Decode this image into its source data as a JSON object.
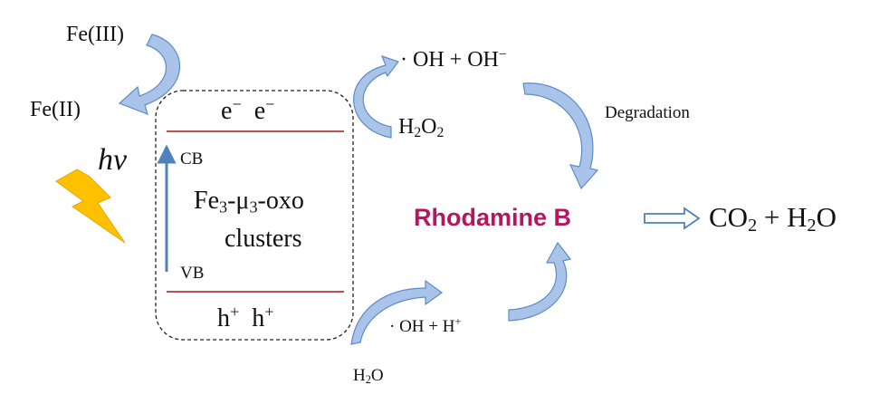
{
  "labels": {
    "fe3": "Fe(III)",
    "fe2": "Fe(II)",
    "hv": "hv",
    "electrons": [
      "e",
      "−",
      "e",
      "−"
    ],
    "cb": "CB",
    "vb": "VB",
    "cluster_fe": "Fe",
    "cluster_sub3a": "3",
    "cluster_mu": "-μ",
    "cluster_sub3b": "3",
    "cluster_oxo": "-oxo",
    "cluster_name": "clusters",
    "holes": [
      "h",
      "+",
      "h",
      "+"
    ],
    "oh_top": "· OH + OH",
    "oh_top_sup": "−",
    "h2o2_h": "H",
    "h2o2_s1": "2",
    "h2o2_o": "O",
    "h2o2_s2": "2",
    "degradation": "Degradation",
    "rhodamine": "Rhodamine B",
    "co2": "CO",
    "co2_sub": "2",
    "plus_h": " + H",
    "h2o_sub": "2",
    "h2o_o": "O",
    "oh_bottom": "· OH + H",
    "oh_bottom_sup": "+",
    "h2o_bottom_h": "H",
    "h2o_bottom_sub": "2",
    "h2o_bottom_o": "O"
  },
  "colors": {
    "rhodamine": "#b5175e",
    "band_line": "#c0504d",
    "arrow_fill": "#a9c4e8",
    "arrow_stroke": "#5b8bc9",
    "vertical_arrow": "#4f81bd",
    "lightning": "#ffc000",
    "box_border": "#222222"
  },
  "icons": [
    "lightning-bolt-icon",
    "curved-arrow-icon",
    "double-line-arrow-icon"
  ]
}
